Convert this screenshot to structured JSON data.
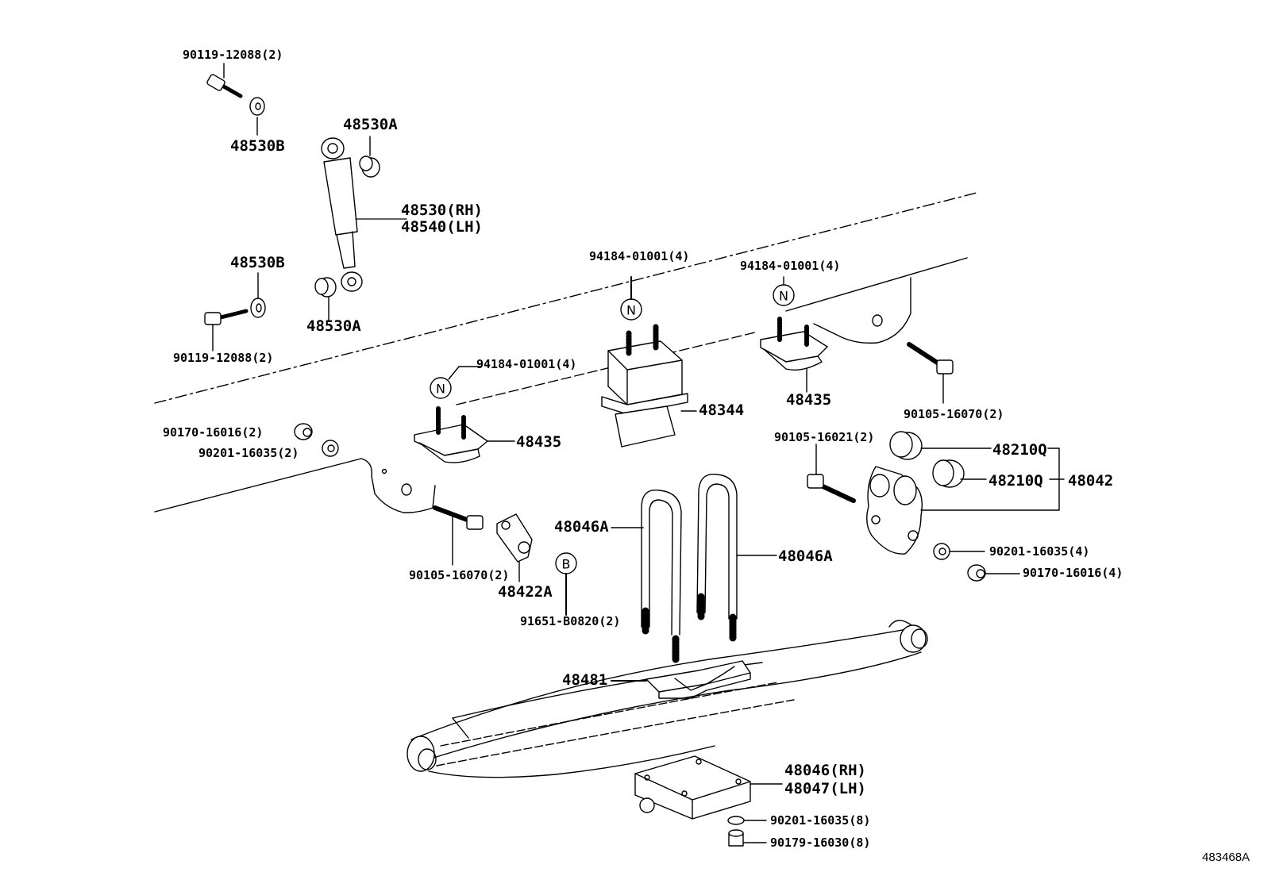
{
  "diagram_id": "483468A",
  "callouts": [
    {
      "id": "c1",
      "text": "90119-12088(2)"
    },
    {
      "id": "c2",
      "text": "48530B"
    },
    {
      "id": "c3",
      "text": "48530A"
    },
    {
      "id": "c4",
      "text": "48530(RH)"
    },
    {
      "id": "c5",
      "text": "48540(LH)"
    },
    {
      "id": "c6",
      "text": "48530B"
    },
    {
      "id": "c7",
      "text": "48530A"
    },
    {
      "id": "c8",
      "text": "90119-12088(2)"
    },
    {
      "id": "c9",
      "text": "94184-01001(4)"
    },
    {
      "id": "c10",
      "text": "94184-01001(4)"
    },
    {
      "id": "c11",
      "text": "94184-01001(4)"
    },
    {
      "id": "c12",
      "text": "48344"
    },
    {
      "id": "c13",
      "text": "48435"
    },
    {
      "id": "c14",
      "text": "48435"
    },
    {
      "id": "c15",
      "text": "90105-16070(2)"
    },
    {
      "id": "c16",
      "text": "90170-16016(2)"
    },
    {
      "id": "c17",
      "text": "90201-16035(2)"
    },
    {
      "id": "c18",
      "text": "90105-16021(2)"
    },
    {
      "id": "c19",
      "text": "48210Q"
    },
    {
      "id": "c20",
      "text": "48210Q"
    },
    {
      "id": "c21",
      "text": "48042"
    },
    {
      "id": "c22",
      "text": "48046A"
    },
    {
      "id": "c23",
      "text": "48046A"
    },
    {
      "id": "c24",
      "text": "90105-16070(2)"
    },
    {
      "id": "c25",
      "text": "48422A"
    },
    {
      "id": "c26",
      "text": "91651-B0820(2)"
    },
    {
      "id": "c27",
      "text": "90201-16035(4)"
    },
    {
      "id": "c28",
      "text": "90170-16016(4)"
    },
    {
      "id": "c29",
      "text": "48481"
    },
    {
      "id": "c30",
      "text": "48046(RH)"
    },
    {
      "id": "c31",
      "text": "48047(LH)"
    },
    {
      "id": "c32",
      "text": "90201-16035(8)"
    },
    {
      "id": "c33",
      "text": "90179-16030(8)"
    }
  ],
  "symbols": [
    {
      "id": "s1",
      "text": "N"
    },
    {
      "id": "s2",
      "text": "N"
    },
    {
      "id": "s3",
      "text": "N"
    },
    {
      "id": "s4",
      "text": "B"
    }
  ]
}
